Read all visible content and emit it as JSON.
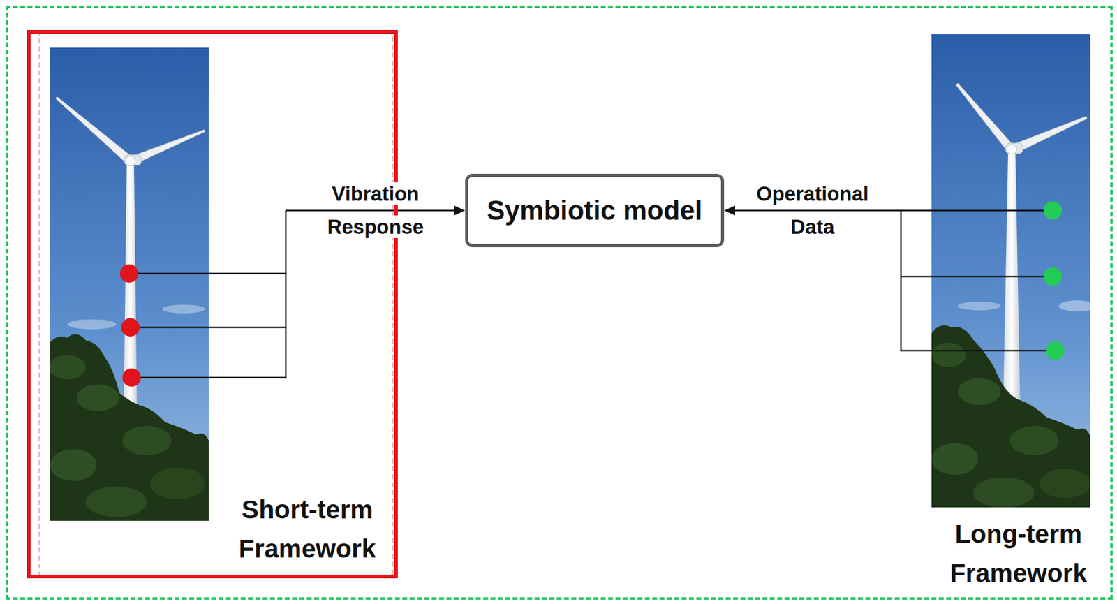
{
  "diagram": {
    "nodes": [
      {
        "text": [
          "Long-term Framework"
        ]
      },
      {
        "text": [
          "Short-term Framework"
        ],
        "in": 0
      },
      {
        "text": [
          "Symbiotic model"
        ],
        "in": 0
      }
    ],
    "edges": [
      {
        "from": 1,
        "to": 2,
        "arrow": "to",
        "label": "Vibration Response"
      },
      {
        "from": 0,
        "to": 2,
        "arrow": "to",
        "label": "Operational Data"
      }
    ]
  }
}
